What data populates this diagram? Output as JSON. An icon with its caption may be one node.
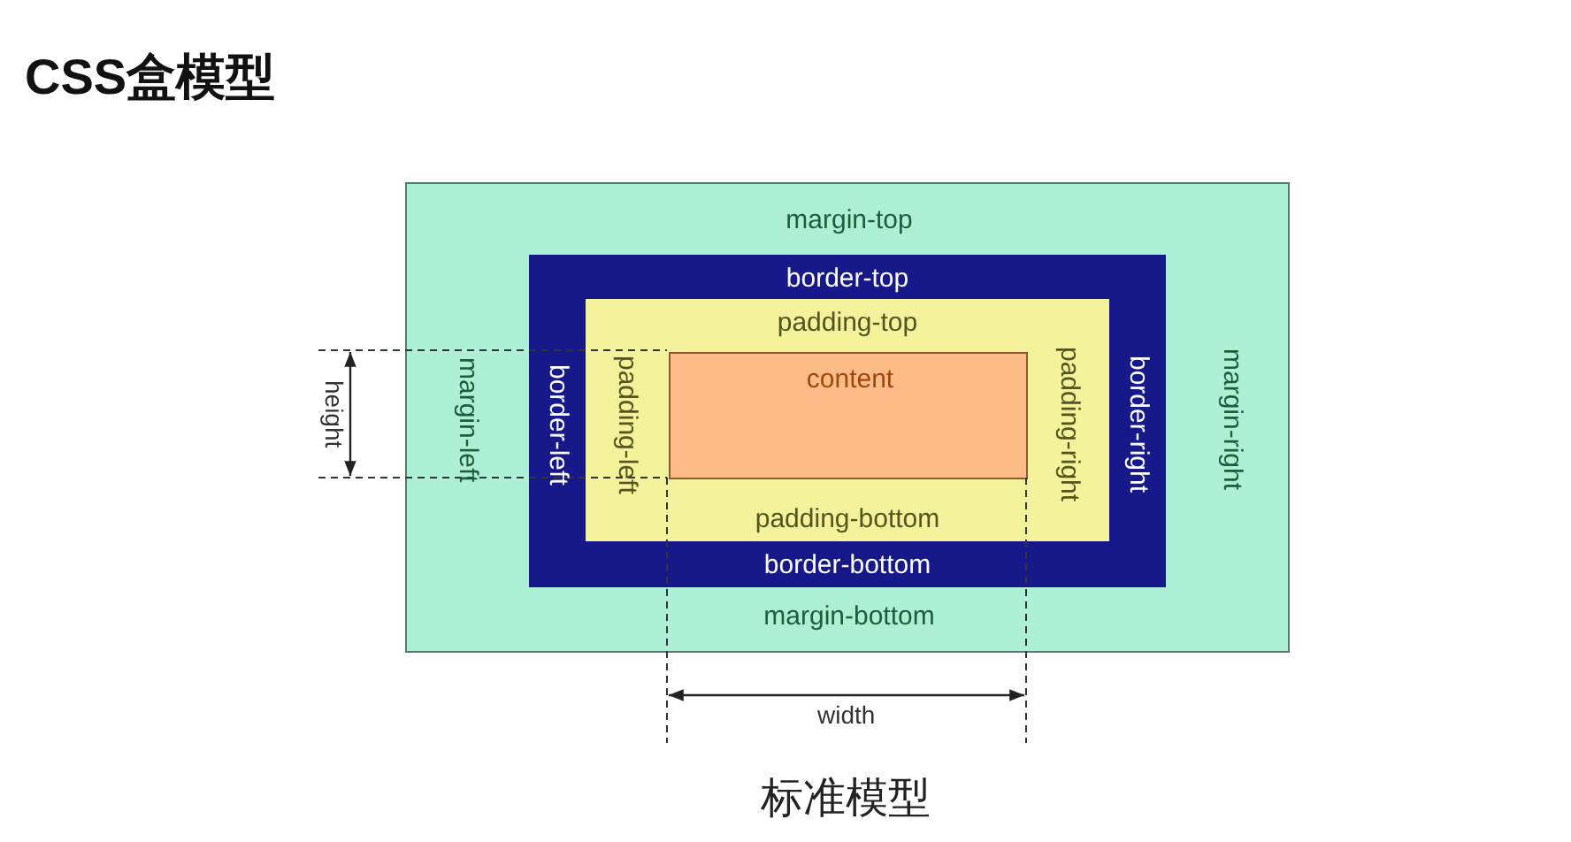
{
  "diagram": {
    "title": "CSS盒模型",
    "caption": "标准模型",
    "nodes": [
      {
        "text": [
          "margin-top",
          "margin-left",
          "margin-right",
          "margin-bottom"
        ]
      },
      {
        "text": [
          "border-top",
          "border-left",
          "border-right",
          "border-bottom"
        ],
        "in": 0
      },
      {
        "text": [
          "padding-top",
          "padding-left",
          "padding-right",
          "padding-bottom"
        ],
        "in": 1
      },
      {
        "text": [
          "content"
        ],
        "in": 2
      }
    ],
    "edges": [],
    "labels": [
      "height",
      "width"
    ]
  }
}
